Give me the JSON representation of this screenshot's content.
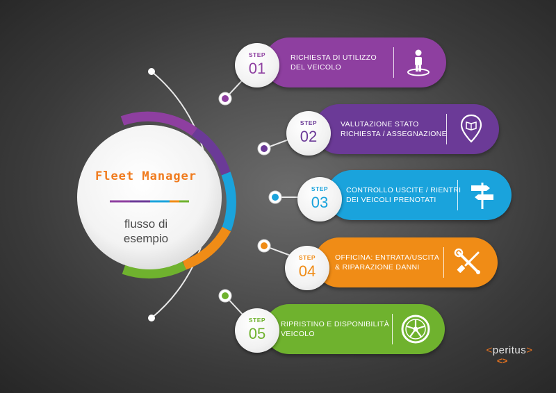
{
  "hub": {
    "title": "Fleet Manager",
    "subtitle": "flusso di\nesempio"
  },
  "steps": [
    {
      "label": "STEP",
      "number": "01",
      "text": "RICHIESTA DI UTILIZZO\nDEL VEICOLO",
      "icon": "person-icon",
      "color": "#8e3fa0"
    },
    {
      "label": "STEP",
      "number": "02",
      "text": "VALUTAZIONE STATO\nRICHIESTA / ASSEGNAZIONE",
      "icon": "map-pin-book-icon",
      "color": "#6b3a97"
    },
    {
      "label": "STEP",
      "number": "03",
      "text": "CONTROLLO USCITE / RIENTRI\nDEI VEICOLI PRENOTATI",
      "icon": "signpost-icon",
      "color": "#1aa3dc"
    },
    {
      "label": "STEP",
      "number": "04",
      "text": "OFFICINA: ENTRATA/USCITA\n& RIPARAZIONE DANNI",
      "icon": "tools-icon",
      "color": "#f08c16"
    },
    {
      "label": "STEP",
      "number": "05",
      "text": "RIPRISTINO E DISPONIBILITÀ\nVEICOLO",
      "icon": "wheel-icon",
      "color": "#6fb22e"
    }
  ],
  "brand": {
    "logo_text": "peritus",
    "bracket_left": "<",
    "bracket_right": ">",
    "mark": "<>"
  }
}
